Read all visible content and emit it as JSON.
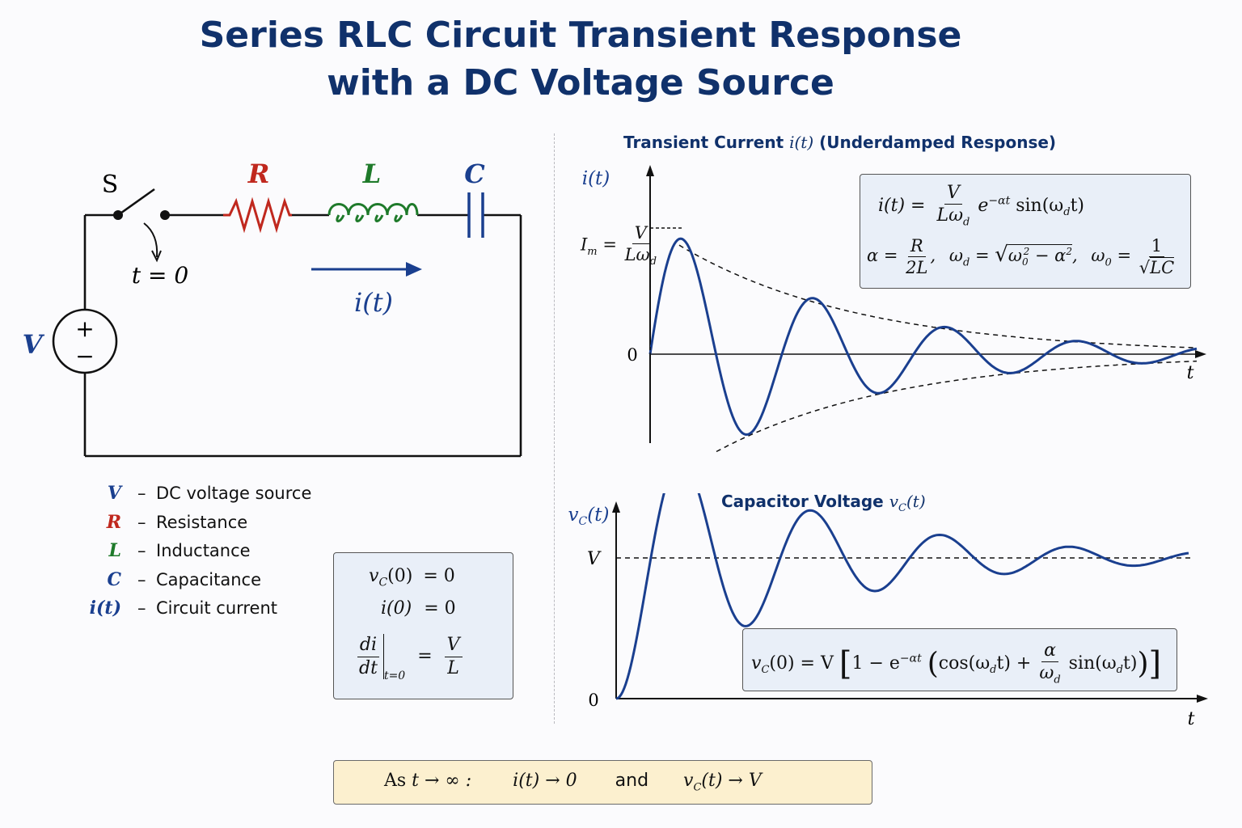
{
  "title": {
    "line1": "Series RLC Circuit Transient Response",
    "line2": "with a DC Voltage Source"
  },
  "colors": {
    "title": "#10316b",
    "source": "#1a3f8f",
    "resistor": "#c0281e",
    "inductor": "#1e7a2a",
    "capacitor": "#1a3f8f",
    "curve": "#1a3f8f",
    "box_fill": "#e9eff8",
    "bottom_fill": "#fcf0cf"
  },
  "circuit": {
    "switch_label": "S",
    "switch_time": "t = 0",
    "resistor_label": "R",
    "inductor_label": "L",
    "capacitor_label": "C",
    "source_label": "V",
    "source_plus": "+",
    "source_minus": "−",
    "current_label": "i(t)"
  },
  "legend": [
    {
      "symbol": "V",
      "color": "#1a3f8f",
      "dash": "–",
      "text": "DC voltage source"
    },
    {
      "symbol": "R",
      "color": "#c0281e",
      "dash": "–",
      "text": "Resistance"
    },
    {
      "symbol": "L",
      "color": "#1e7a2a",
      "dash": "–",
      "text": "Inductance"
    },
    {
      "symbol": "C",
      "color": "#1a3f8f",
      "dash": "–",
      "text": "Capacitance"
    },
    {
      "symbol": "i(t)",
      "color": "#1a3f8f",
      "dash": "–",
      "text": "Circuit current"
    }
  ],
  "initial_conditions": {
    "vc0_lhs": "v",
    "vc0_sub": "C",
    "vc0_arg": "(0)",
    "vc0_rhs": "= 0",
    "i0_lhs": "i(0)",
    "i0_rhs": "= 0",
    "didt_num": "di",
    "didt_den": "dt",
    "didt_eval": "t=0",
    "didt_eq": "=",
    "didt_rhs_num": "V",
    "didt_rhs_den": "L"
  },
  "current_plot": {
    "title_prefix": "Transient Current ",
    "title_var": "i(t)",
    "title_suffix": "  (Underdamped Response)",
    "y_axis_label": "i(t)",
    "x_axis_label": "t",
    "zero_label": "0",
    "peak_label_lhs": "I",
    "peak_label_sub": "m",
    "peak_label_eq": "=",
    "peak_label_num": "V",
    "peak_label_den": "Lω",
    "peak_label_den_sub": "d",
    "formula": {
      "lhs": "i(t) =",
      "num": "V",
      "den": "Lω",
      "den_sub": "d",
      "exp_base": "e",
      "exp_pow": "−αt",
      "sin": "sin(ω",
      "sin_sub": "d",
      "sin_end": "t)",
      "alpha_lhs": "α =",
      "alpha_num": "R",
      "alpha_den": "2L",
      "wd_lhs": "ω",
      "wd_sub": "d",
      "wd_eq": "=",
      "wd_rad": "ω",
      "wd_rad_sub": "0",
      "wd_rad_sup": "2",
      "wd_rad_rest": " − α",
      "wd_rad_rest_sup": "2",
      "w0_lhs": "ω",
      "w0_sub": "0",
      "w0_eq": "=",
      "w0_num": "1",
      "w0_den": "LC"
    }
  },
  "voltage_plot": {
    "title_prefix": "Capacitor Voltage ",
    "title_var": "v",
    "title_var_sub": "C",
    "title_var_arg": "(t)",
    "y_axis_label": "v",
    "y_axis_sub": "C",
    "y_axis_arg": "(t)",
    "x_axis_label": "t",
    "zero_label": "0",
    "steady_label": "V",
    "formula": {
      "lhs": "v",
      "lhs_sub": "C",
      "lhs_arg": "(0) = V",
      "one_minus": "1 − e",
      "exp_pow": "−αt",
      "cos": "cos(ω",
      "cos_sub": "d",
      "cos_end": "t) +",
      "frac_num": "α",
      "frac_den": "ω",
      "frac_den_sub": "d",
      "sin": "sin(ω",
      "sin_sub": "d",
      "sin_end": "t)"
    }
  },
  "bottom": {
    "prefix": "As ",
    "t_to_inf": "t → ∞ :",
    "i_limit": "i(t) → 0",
    "and": "and",
    "vc_limit_v": "v",
    "vc_limit_sub": "C",
    "vc_limit_rest": "(t) → V"
  }
}
